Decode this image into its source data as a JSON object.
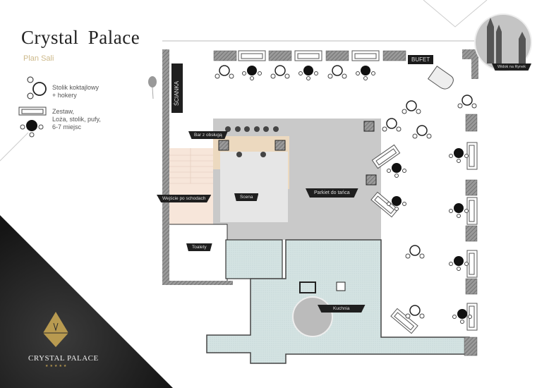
{
  "header": {
    "title": "Crystal Palace",
    "subtitle": "Plan Sali"
  },
  "legend": [
    {
      "icon": "cocktail-table-icon",
      "lines": [
        "Stolik koktajlowy",
        "+ hokery"
      ]
    },
    {
      "icon": "lounge-set-icon",
      "lines": [
        "Zestaw,",
        "Loża, stolik, pufy,",
        "6-7 miejsc"
      ]
    }
  ],
  "plan_labels": {
    "wall": "ŚCIANKA",
    "buffet": "BUFET",
    "bar": "Bar z obsługą",
    "stairs": "Wejście po schodach",
    "stage": "Scena",
    "dance_floor": "Parkiet do tańca",
    "toilets": "Toalety",
    "kitchen": "Kuchnia",
    "view": "Widok na Rynek"
  },
  "logo": {
    "name": "CRYSTAL PALACE",
    "stars": "★★★★★"
  },
  "colors": {
    "accent_gold": "#b89a50",
    "dance_floor": "#c9c9c9",
    "kitchen": "#d4e3e2",
    "bar": "#ecd9bf",
    "dark": "#1f1f1f"
  }
}
